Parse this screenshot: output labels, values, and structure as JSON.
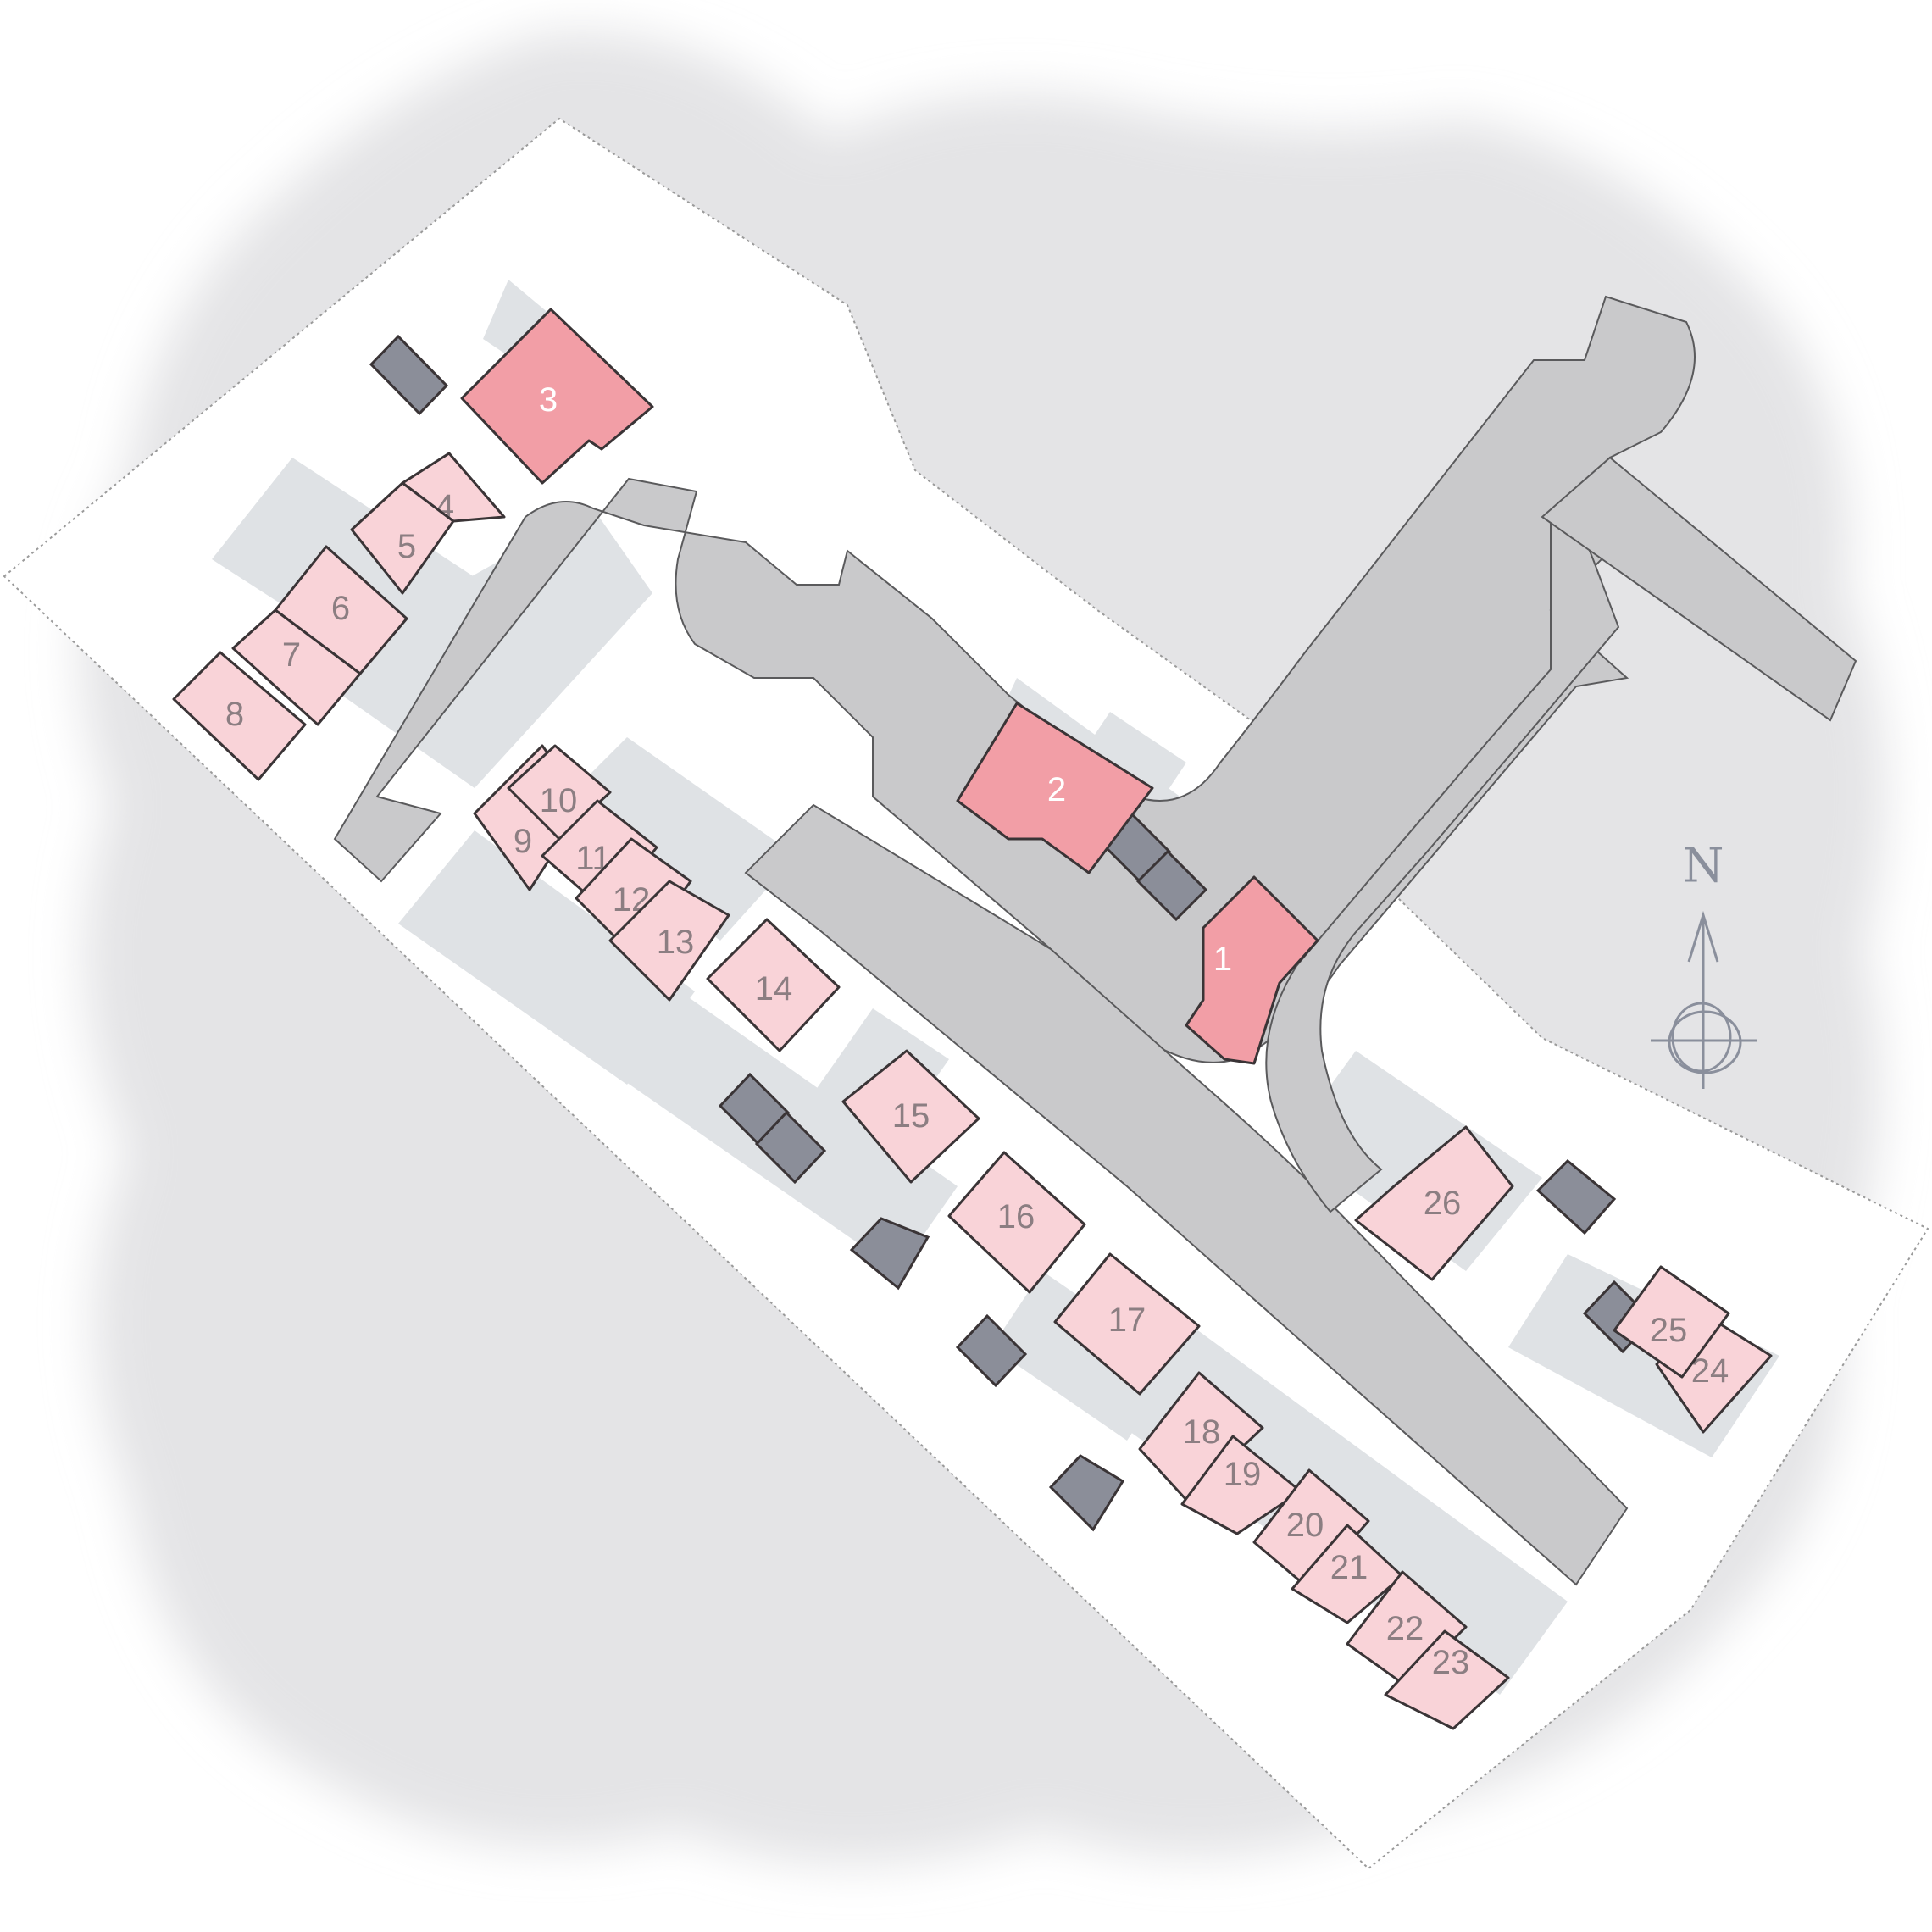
{
  "colors": {
    "wash": "#e4e4e6",
    "plot": "#ffffff",
    "road": "#c9c9cb",
    "paving": "#dfe2e5",
    "house_feature": "#f29ea6",
    "house_standard": "#f9d3d8",
    "garage": "#8b8e99",
    "outline": "#3a3436",
    "boundary": "#9a9a9a",
    "compass": "#8a8f9c",
    "label_feature": "#ffffff",
    "label_standard": "#8c7e82"
  },
  "compass": {
    "letter": "N",
    "icon": "north-arrow-icon"
  },
  "plots": [
    {
      "id": "1",
      "type": "feature"
    },
    {
      "id": "2",
      "type": "feature"
    },
    {
      "id": "3",
      "type": "feature"
    },
    {
      "id": "4",
      "type": "standard"
    },
    {
      "id": "5",
      "type": "standard"
    },
    {
      "id": "6",
      "type": "standard"
    },
    {
      "id": "7",
      "type": "standard"
    },
    {
      "id": "8",
      "type": "standard"
    },
    {
      "id": "9",
      "type": "standard"
    },
    {
      "id": "10",
      "type": "standard"
    },
    {
      "id": "11",
      "type": "standard"
    },
    {
      "id": "12",
      "type": "standard"
    },
    {
      "id": "13",
      "type": "standard"
    },
    {
      "id": "14",
      "type": "standard"
    },
    {
      "id": "15",
      "type": "standard"
    },
    {
      "id": "16",
      "type": "standard"
    },
    {
      "id": "17",
      "type": "standard"
    },
    {
      "id": "18",
      "type": "standard"
    },
    {
      "id": "19",
      "type": "standard"
    },
    {
      "id": "20",
      "type": "standard"
    },
    {
      "id": "21",
      "type": "standard"
    },
    {
      "id": "22",
      "type": "standard"
    },
    {
      "id": "23",
      "type": "standard"
    },
    {
      "id": "24",
      "type": "standard"
    },
    {
      "id": "25",
      "type": "standard"
    },
    {
      "id": "26",
      "type": "standard"
    }
  ]
}
